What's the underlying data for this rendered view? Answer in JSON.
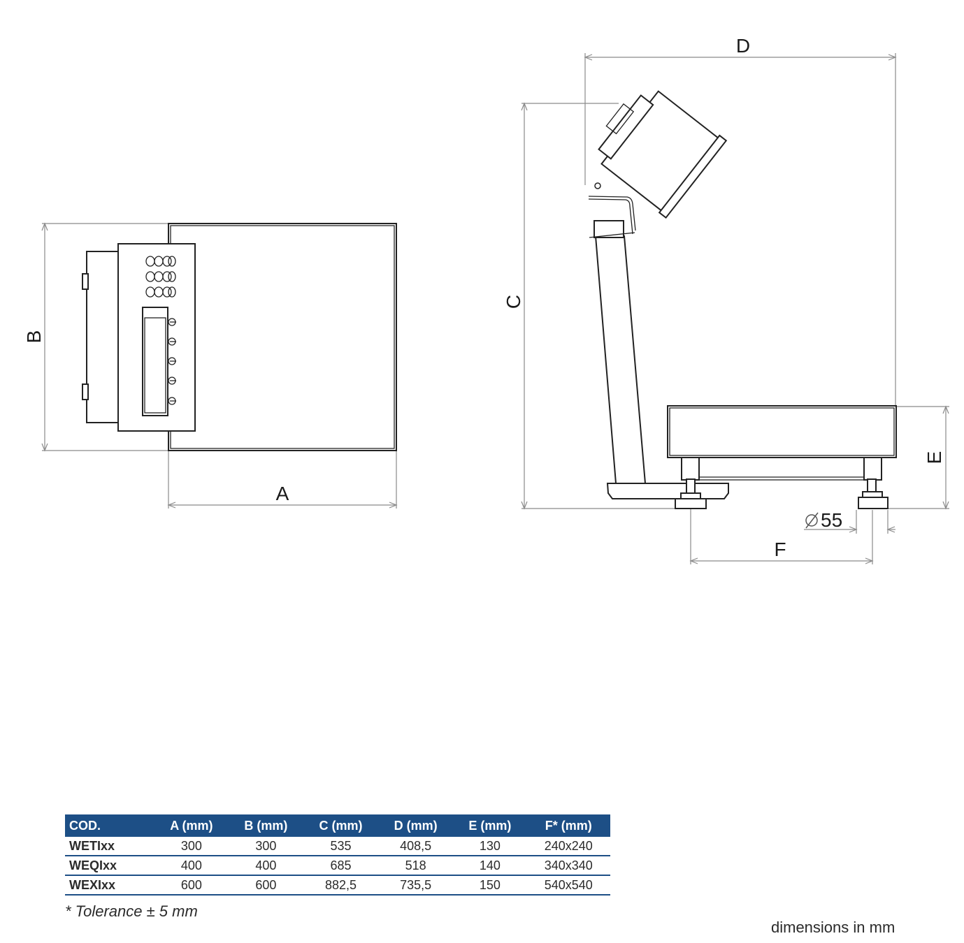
{
  "labels": {
    "A": "A",
    "B": "B",
    "C": "C",
    "D": "D",
    "E": "E",
    "F": "F",
    "diameter": "55"
  },
  "table": {
    "headers": [
      "COD.",
      "A (mm)",
      "B (mm)",
      "C (mm)",
      "D (mm)",
      "E (mm)",
      "F* (mm)"
    ],
    "rows": [
      [
        "WETIxx",
        "300",
        "300",
        "535",
        "408,5",
        "130",
        "240x240"
      ],
      [
        "WEQIxx",
        "400",
        "400",
        "685",
        "518",
        "140",
        "340x340"
      ],
      [
        "WEXIxx",
        "600",
        "600",
        "882,5",
        "735,5",
        "150",
        "540x540"
      ]
    ]
  },
  "note": "* Tolerance ± 5 mm",
  "units": "dimensions in mm",
  "colors": {
    "table_header": "#1d4f86",
    "line": "#222222",
    "dimension": "#8a8a8a"
  }
}
